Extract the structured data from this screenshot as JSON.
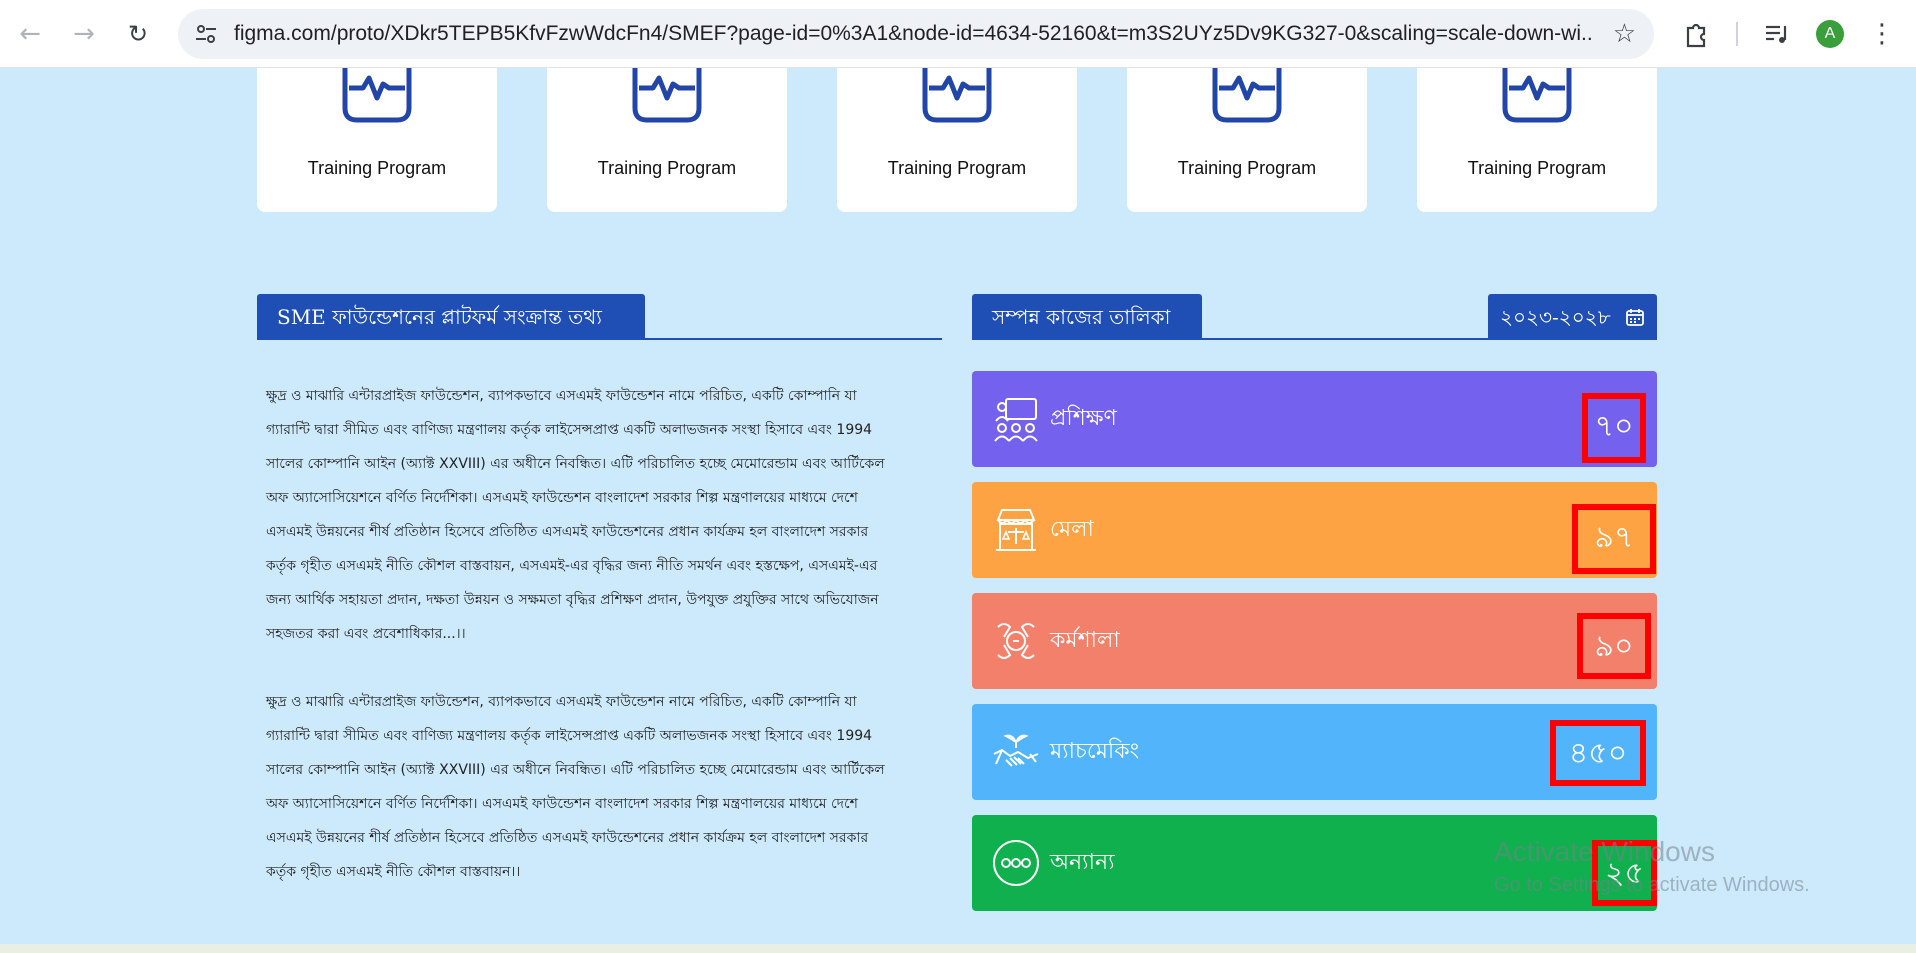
{
  "browser": {
    "url": "figma.com/proto/XDkr5TEPB5KfvFzwWdcFn4/SMEF?page-id=0%3A1&node-id=4634-52160&t=m3S2UYz5Dv9KG327-0&scaling=scale-down-wi...",
    "avatar_letter": "A",
    "icons": [
      "back-arrow-icon",
      "forward-arrow-icon",
      "reload-icon",
      "site-settings-icon",
      "star-icon",
      "extensions-icon",
      "media-icon",
      "menu-icon"
    ]
  },
  "cards": [
    {
      "label": "Training Program",
      "icon": "chart-monitor-icon"
    },
    {
      "label": "Training Program",
      "icon": "chart-monitor-icon"
    },
    {
      "label": "Training Program",
      "icon": "chart-monitor-icon"
    },
    {
      "label": "Training Program",
      "icon": "chart-monitor-icon"
    },
    {
      "label": "Training Program",
      "icon": "chart-monitor-icon"
    }
  ],
  "platform_section": {
    "title": "SME ফাউন্ডেশনের প্লাটফর্ম সংক্রান্ত তথ্য",
    "paragraph1": "ক্ষুদ্র ও মাঝারি এন্টারপ্রাইজ ফাউন্ডেশন, ব্যাপকভাবে এসএমই ফাউন্ডেশন নামে পরিচিত, একটি কোম্পানি যা গ্যারান্টি দ্বারা সীমিত এবং বাণিজ্য মন্ত্রণালয় কর্তৃক লাইসেন্সপ্রাপ্ত একটি অলাভজনক সংস্থা হিসাবে এবং 1994 সালের কোম্পানি আইন (অ্যাক্ট XXVIII) এর অধীনে নিবন্ধিত। এটি পরিচালিত হচ্ছে মেমোরেন্ডাম এবং আর্টিকেল অফ অ্যাসোসিয়েশনে বর্ণিত নির্দেশিকা। এসএমই ফাউন্ডেশন বাংলাদেশ সরকার শিল্প মন্ত্রণালয়ের মাধ্যমে দেশে এসএমই উন্নয়নের শীর্ষ প্রতিষ্ঠান হিসেবে প্রতিষ্ঠিত এসএমই ফাউন্ডেশনের প্রধান কার্যক্রম হল বাংলাদেশ সরকার কর্তৃক গৃহীত এসএমই নীতি কৌশল বাস্তবায়ন, এসএমই-এর বৃদ্ধির জন্য নীতি সমর্থন এবং হস্তক্ষেপ, এসএমই-এর জন্য আর্থিক সহায়তা প্রদান, দক্ষতা উন্নয়ন ও সক্ষমতা বৃদ্ধির প্রশিক্ষণ প্রদান, উপযুক্ত প্রযুক্তির সাথে অভিযোজন সহজতর করা এবং প্রবেশাধিকার...।।",
    "paragraph2": "ক্ষুদ্র ও মাঝারি এন্টারপ্রাইজ ফাউন্ডেশন, ব্যাপকভাবে এসএমই ফাউন্ডেশন নামে পরিচিত, একটি কোম্পানি যা গ্যারান্টি দ্বারা সীমিত এবং বাণিজ্য মন্ত্রণালয় কর্তৃক লাইসেন্সপ্রাপ্ত একটি অলাভজনক সংস্থা হিসাবে এবং 1994 সালের কোম্পানি আইন (অ্যাক্ট XXVIII) এর অধীনে নিবন্ধিত। এটি পরিচালিত হচ্ছে মেমোরেন্ডাম এবং আর্টিকেল অফ অ্যাসোসিয়েশনে বর্ণিত নির্দেশিকা। এসএমই ফাউন্ডেশন বাংলাদেশ সরকার শিল্প মন্ত্রণালয়ের মাধ্যমে দেশে এসএমই উন্নয়নের শীর্ষ প্রতিষ্ঠান হিসেবে প্রতিষ্ঠিত এসএমই ফাউন্ডেশনের প্রধান কার্যক্রম হল বাংলাদেশ সরকার কর্তৃক গৃহীত এসএমই নীতি কৌশল বাস্তবায়ন।।"
  },
  "completed_section": {
    "title": "সম্পন্ন কাজের তালিকা",
    "year_range": "২০২৩-২০২৮",
    "year_icon": "calendar-icon",
    "stats": [
      {
        "label": "প্রশিক্ষণ",
        "value": "৭০",
        "color": "#7462ee",
        "icon": "training-people-icon"
      },
      {
        "label": "মেলা",
        "value": "৯৭",
        "color": "#fea343",
        "icon": "fair-stall-icon"
      },
      {
        "label": "কর্মশালা",
        "value": "৯০",
        "color": "#f3806a",
        "icon": "workshop-icon"
      },
      {
        "label": "ম্যাচমেকিং",
        "value": "৪৫০",
        "color": "#52b5fb",
        "icon": "handshake-icon"
      },
      {
        "label": "অন্যান্য",
        "value": "২৫",
        "color": "#0fb04d",
        "icon": "more-dots-icon"
      }
    ]
  },
  "watermark": {
    "title": "Activate Windows",
    "subtitle": "Go to Settings to activate Windows."
  }
}
